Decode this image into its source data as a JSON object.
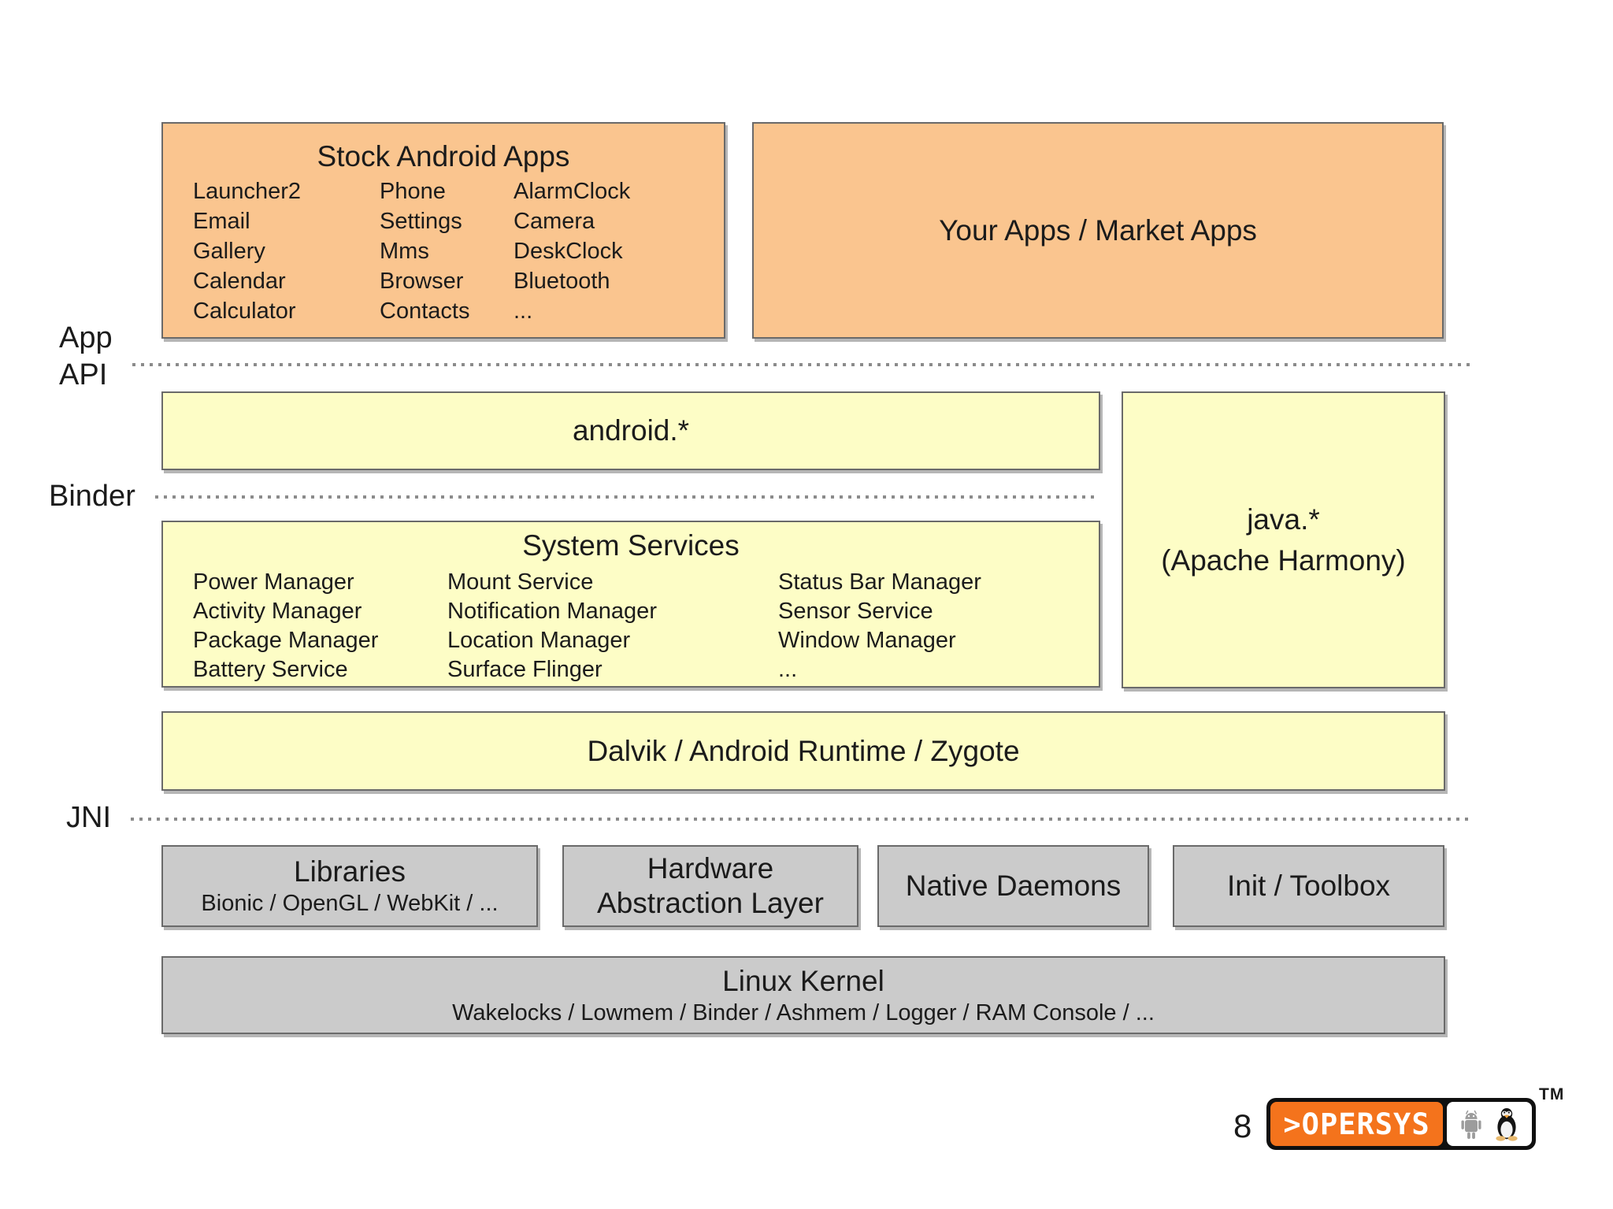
{
  "layer_labels": {
    "app_api": "App\nAPI",
    "binder": "Binder",
    "jni": "JNI"
  },
  "boxes": {
    "stock_apps": {
      "title": "Stock Android Apps",
      "columns": [
        [
          "Launcher2",
          "Email",
          "Gallery",
          "Calendar",
          "Calculator"
        ],
        [
          "Phone",
          "Settings",
          "Mms",
          "Browser",
          "Contacts"
        ],
        [
          "AlarmClock",
          "Camera",
          "DeskClock",
          "Bluetooth",
          "..."
        ]
      ]
    },
    "your_apps": {
      "title": "Your Apps / Market Apps"
    },
    "android_api": {
      "title": "android.*"
    },
    "java_api": {
      "title": "java.*\n(Apache Harmony)"
    },
    "system_services": {
      "title": "System Services",
      "columns": [
        [
          "Power Manager",
          "Activity Manager",
          "Package Manager",
          "Battery Service"
        ],
        [
          "Mount Service",
          "Notification Manager",
          "Location Manager",
          "Surface Flinger"
        ],
        [
          "Status Bar Manager",
          "Sensor Service",
          "Window Manager",
          "..."
        ]
      ]
    },
    "dalvik": {
      "title": "Dalvik / Android Runtime / Zygote"
    },
    "libraries": {
      "title": "Libraries",
      "subtitle": "Bionic / OpenGL / WebKit / ..."
    },
    "hal": {
      "title": "Hardware\nAbstraction Layer"
    },
    "native_daemons": {
      "title": "Native Daemons"
    },
    "init_toolbox": {
      "title": "Init / Toolbox"
    },
    "linux_kernel": {
      "title": "Linux Kernel",
      "subtitle": "Wakelocks / Lowmem / Binder / Ashmem / Logger / RAM Console / ..."
    }
  },
  "footer": {
    "page_number": "8",
    "logo_text": ">OPERSYS",
    "trademark": "TM",
    "icons": [
      "android-robot-icon",
      "tux-icon"
    ]
  },
  "colors": {
    "apps_fill": "#fac58f",
    "framework_fill": "#fdfdc6",
    "native_fill": "#cbcbcb",
    "box_border": "#6a6a6a",
    "dotted_line": "#8b8b8b",
    "logo_orange": "#f4731c",
    "logo_black": "#101010",
    "text": "#1b1b1b"
  }
}
